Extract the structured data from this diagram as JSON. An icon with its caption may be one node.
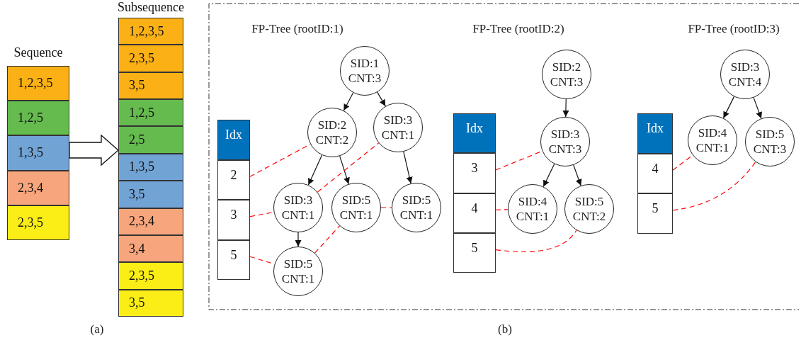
{
  "diagram": {
    "nodes": [
      {
        "text": [
          "Sequence"
        ]
      },
      {
        "text": [
          "1,2,3,5"
        ],
        "in": 0
      },
      {
        "text": [
          "1,2,5"
        ],
        "in": 0
      },
      {
        "text": [
          "1,3,5"
        ],
        "in": 0
      },
      {
        "text": [
          "2,3,4"
        ],
        "in": 0
      },
      {
        "text": [
          "2,3,5"
        ],
        "in": 0
      },
      {
        "text": [
          "Subsequence"
        ]
      },
      {
        "text": [
          "1,2,3,5"
        ],
        "in": 6
      },
      {
        "text": [
          "2,3,5"
        ],
        "in": 6
      },
      {
        "text": [
          "3,5"
        ],
        "in": 6
      },
      {
        "text": [
          "1,2,5"
        ],
        "in": 6
      },
      {
        "text": [
          "2,5"
        ],
        "in": 6
      },
      {
        "text": [
          "1,3,5"
        ],
        "in": 6
      },
      {
        "text": [
          "3,5"
        ],
        "in": 6
      },
      {
        "text": [
          "2,3,4"
        ],
        "in": 6
      },
      {
        "text": [
          "3,4"
        ],
        "in": 6
      },
      {
        "text": [
          "2,3,5"
        ],
        "in": 6
      },
      {
        "text": [
          "3,5"
        ],
        "in": 6
      },
      {
        "text": [
          "Idx"
        ]
      },
      {
        "text": [
          "2"
        ]
      },
      {
        "text": [
          "3"
        ]
      },
      {
        "text": [
          "5"
        ]
      },
      {
        "text": [
          "SID:1",
          "CNT:3"
        ]
      },
      {
        "text": [
          "SID:2",
          "CNT:2"
        ]
      },
      {
        "text": [
          "SID:3",
          "CNT:1"
        ]
      },
      {
        "text": [
          "SID:3",
          "CNT:1"
        ]
      },
      {
        "text": [
          "SID:5",
          "CNT:1"
        ]
      },
      {
        "text": [
          "SID:5",
          "CNT:1"
        ]
      },
      {
        "text": [
          "SID:5",
          "CNT:1"
        ]
      },
      {
        "text": [
          "Idx"
        ]
      },
      {
        "text": [
          "3"
        ]
      },
      {
        "text": [
          "4"
        ]
      },
      {
        "text": [
          "5"
        ]
      },
      {
        "text": [
          "SID:2",
          "CNT:3"
        ]
      },
      {
        "text": [
          "SID:3",
          "CNT:3"
        ]
      },
      {
        "text": [
          "SID:4",
          "CNT:1"
        ]
      },
      {
        "text": [
          "SID:5",
          "CNT:2"
        ]
      },
      {
        "text": [
          "Idx"
        ]
      },
      {
        "text": [
          "4"
        ]
      },
      {
        "text": [
          "5"
        ]
      },
      {
        "text": [
          "SID:3",
          "CNT:4"
        ]
      },
      {
        "text": [
          "SID:4",
          "CNT:1"
        ]
      },
      {
        "text": [
          "SID:5",
          "CNT:3"
        ]
      }
    ],
    "edges": [
      {
        "from": 0,
        "to": 6,
        "arrow": "to",
        "style": "thick"
      },
      {
        "from": 22,
        "to": 23,
        "arrow": "to"
      },
      {
        "from": 22,
        "to": 24,
        "arrow": "to"
      },
      {
        "from": 23,
        "to": 25,
        "arrow": "to"
      },
      {
        "from": 23,
        "to": 26,
        "arrow": "to"
      },
      {
        "from": 24,
        "to": 27,
        "arrow": "to"
      },
      {
        "from": 25,
        "to": 28,
        "arrow": "to"
      },
      {
        "from": 19,
        "to": 23,
        "arrow": "none",
        "style": "dashed",
        "color": "#ff0000"
      },
      {
        "from": 20,
        "to": 25,
        "arrow": "none",
        "style": "dashed",
        "color": "#ff0000"
      },
      {
        "from": 25,
        "to": 24,
        "arrow": "none",
        "style": "dashed",
        "color": "#ff0000"
      },
      {
        "from": 21,
        "to": 28,
        "arrow": "none",
        "style": "dashed",
        "color": "#ff0000"
      },
      {
        "from": 28,
        "to": 26,
        "arrow": "none",
        "style": "dashed",
        "color": "#ff0000"
      },
      {
        "from": 26,
        "to": 27,
        "arrow": "none",
        "style": "dashed",
        "color": "#ff0000"
      },
      {
        "from": 33,
        "to": 34,
        "arrow": "to"
      },
      {
        "from": 34,
        "to": 35,
        "arrow": "to"
      },
      {
        "from": 34,
        "to": 36,
        "arrow": "to"
      },
      {
        "from": 30,
        "to": 34,
        "arrow": "none",
        "style": "dashed",
        "color": "#ff0000"
      },
      {
        "from": 31,
        "to": 35,
        "arrow": "none",
        "style": "dashed",
        "color": "#ff0000"
      },
      {
        "from": 32,
        "to": 36,
        "arrow": "none",
        "style": "dashed",
        "color": "#ff0000"
      },
      {
        "from": 40,
        "to": 41,
        "arrow": "to"
      },
      {
        "from": 40,
        "to": 42,
        "arrow": "to"
      },
      {
        "from": 38,
        "to": 41,
        "arrow": "none",
        "style": "dashed",
        "color": "#ff0000"
      },
      {
        "from": 39,
        "to": 42,
        "arrow": "none",
        "style": "dashed",
        "color": "#ff0000"
      }
    ],
    "labels": [
      "FP-Tree (rootID:1)",
      "FP-Tree (rootID:2)",
      "FP-Tree (rootID:3)",
      "(a)",
      "(b)"
    ]
  }
}
